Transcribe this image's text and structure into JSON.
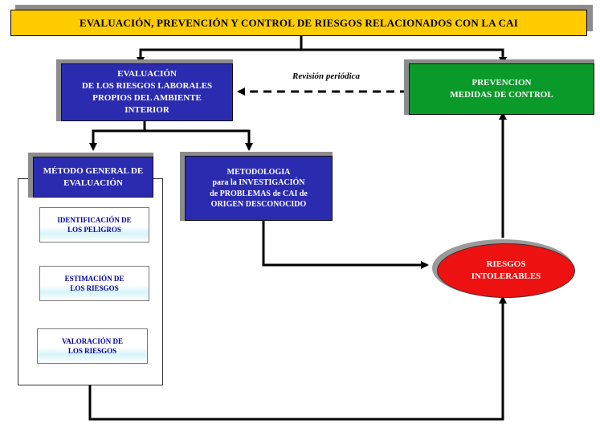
{
  "title": "EVALUACIÓN, PREVENCIÓN  Y CONTROL DE RIESGOS RELACIONADOS CON LA CAI",
  "evaluacion": [
    "EVALUACIÓN",
    "DE  LOS  RIESGOS LABORALES",
    "PROPIOS DEL AMBIENTE",
    "INTERIOR"
  ],
  "prevencion": [
    "PREVENCION",
    "MEDIDAS DE CONTROL"
  ],
  "revision": "Revisión periódica",
  "metodo_general": [
    "MÉTODO GENERAL DE",
    "EVALUACIÓN"
  ],
  "metodologia": [
    "METODOLOGIA",
    "para  la  INVESTIGACIÓN",
    "de  PROBLEMAS  de  CAI de",
    "ORIGEN   DESCONOCIDO"
  ],
  "steps": [
    [
      "IDENTIFICACIÓN DE",
      "LOS  PELIGROS"
    ],
    [
      "ESTIMACIÓN DE",
      "LOS RIESGOS"
    ],
    [
      "VALORACIÓN DE",
      "LOS RIESGOS"
    ]
  ],
  "riesgos": [
    "RIESGOS",
    "INTOLERABLES"
  ],
  "colors": {
    "title_bg": "#ffcc00",
    "blue_box": "#2b2bb0",
    "green_box": "#0a9a2a",
    "red_ellipse": "#ee1111",
    "step_text": "#0000a0"
  }
}
